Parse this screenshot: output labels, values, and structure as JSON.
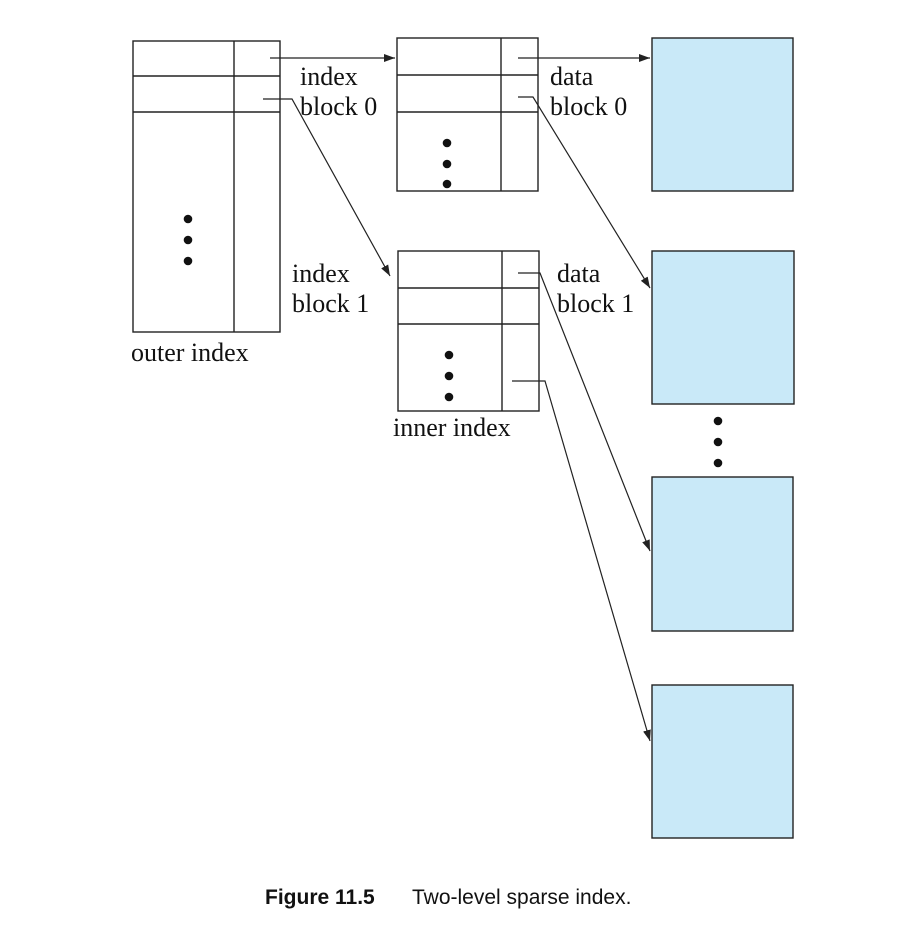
{
  "labels": {
    "outer_index": "outer index",
    "inner_index": "inner index",
    "index_block_0_line1": "index",
    "index_block_0_line2": "block 0",
    "index_block_1_line1": "index",
    "index_block_1_line2": "block 1",
    "data_block_0_line1": "data",
    "data_block_0_line2": "block 0",
    "data_block_1_line1": "data",
    "data_block_1_line2": "block 1"
  },
  "caption": {
    "number": "Figure 11.5",
    "text": "Two-level sparse index."
  },
  "colors": {
    "data_block_fill": "#c9e9f8",
    "line": "#222222"
  }
}
